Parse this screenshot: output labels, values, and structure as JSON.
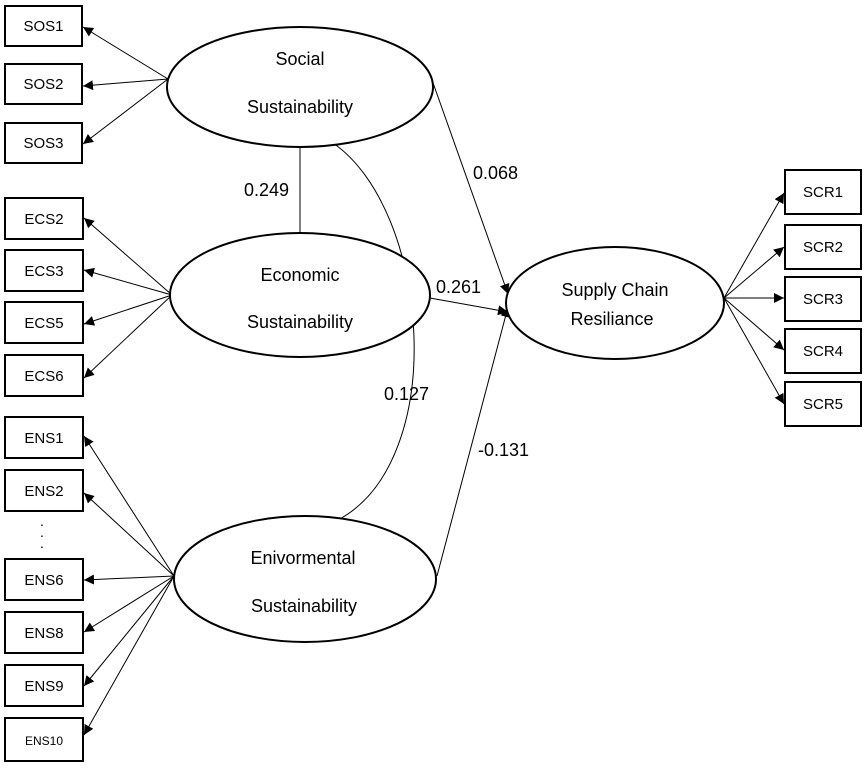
{
  "diagram": {
    "latents": {
      "social": {
        "line1": "Social",
        "line2": "Sustainability"
      },
      "economic": {
        "line1": "Economic",
        "line2": "Sustainability"
      },
      "environmental": {
        "line1": "Enivormental",
        "line2": "Sustainability"
      },
      "resilience": {
        "line1": "Supply Chain",
        "line2": "Resiliance"
      }
    },
    "indicators": {
      "social": [
        "SOS1",
        "SOS2",
        "SOS3"
      ],
      "economic": [
        "ECS2",
        "ECS3",
        "ECS5",
        "ECS6"
      ],
      "environmental": [
        "ENS1",
        "ENS2",
        "ENS6",
        "ENS8",
        "ENS9",
        "ENS10"
      ],
      "resilience": [
        "SCR1",
        "SCR2",
        "SCR3",
        "SCR4",
        "SCR5"
      ]
    },
    "ellipsis": ".\n.\n.",
    "paths": {
      "social_to_resilience": "0.068",
      "economic_to_resilience": "0.261",
      "environmental_to_resilience": "-0.131"
    },
    "correlations": {
      "social_economic": "0.249",
      "social_environmental": "0.127"
    }
  }
}
